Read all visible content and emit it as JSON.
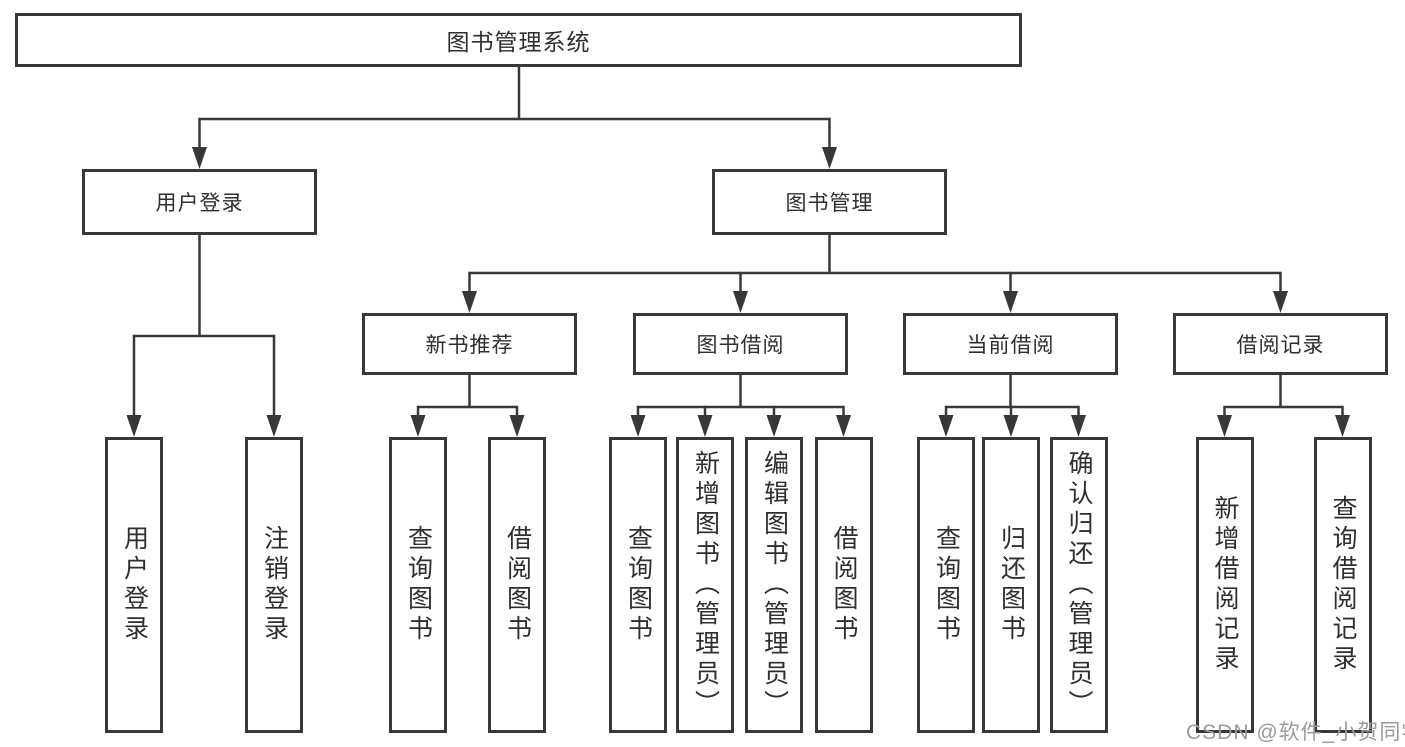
{
  "diagram": {
    "root": {
      "label": "图书管理系统"
    },
    "level2": [
      {
        "label": "用户登录"
      },
      {
        "label": "图书管理"
      }
    ],
    "level3": [
      {
        "label": "新书推荐"
      },
      {
        "label": "图书借阅"
      },
      {
        "label": "当前借阅"
      },
      {
        "label": "借阅记录"
      }
    ],
    "leaves": [
      {
        "group": "用户登录",
        "label": "用户登录"
      },
      {
        "group": "用户登录",
        "label": "注销登录"
      },
      {
        "group": "新书推荐",
        "label": "查询图书"
      },
      {
        "group": "新书推荐",
        "label": "借阅图书"
      },
      {
        "group": "图书借阅",
        "label": "查询图书"
      },
      {
        "group": "图书借阅",
        "label": "新增图书（管理员）"
      },
      {
        "group": "图书借阅",
        "label": "编辑图书（管理员）"
      },
      {
        "group": "图书借阅",
        "label": "借阅图书"
      },
      {
        "group": "当前借阅",
        "label": "查询图书"
      },
      {
        "group": "当前借阅",
        "label": "归还图书"
      },
      {
        "group": "当前借阅",
        "label": "确认归还（管理员）"
      },
      {
        "group": "借阅记录",
        "label": "新增借阅记录"
      },
      {
        "group": "借阅记录",
        "label": "查询借阅记录"
      }
    ]
  },
  "watermark": {
    "text": "CSDN @软件_小贺同学"
  },
  "colors": {
    "line": "#383838",
    "box_border": "#383838",
    "text": "#2f2f2f",
    "watermark": "#9b9b9b",
    "background": "#ffffff"
  }
}
